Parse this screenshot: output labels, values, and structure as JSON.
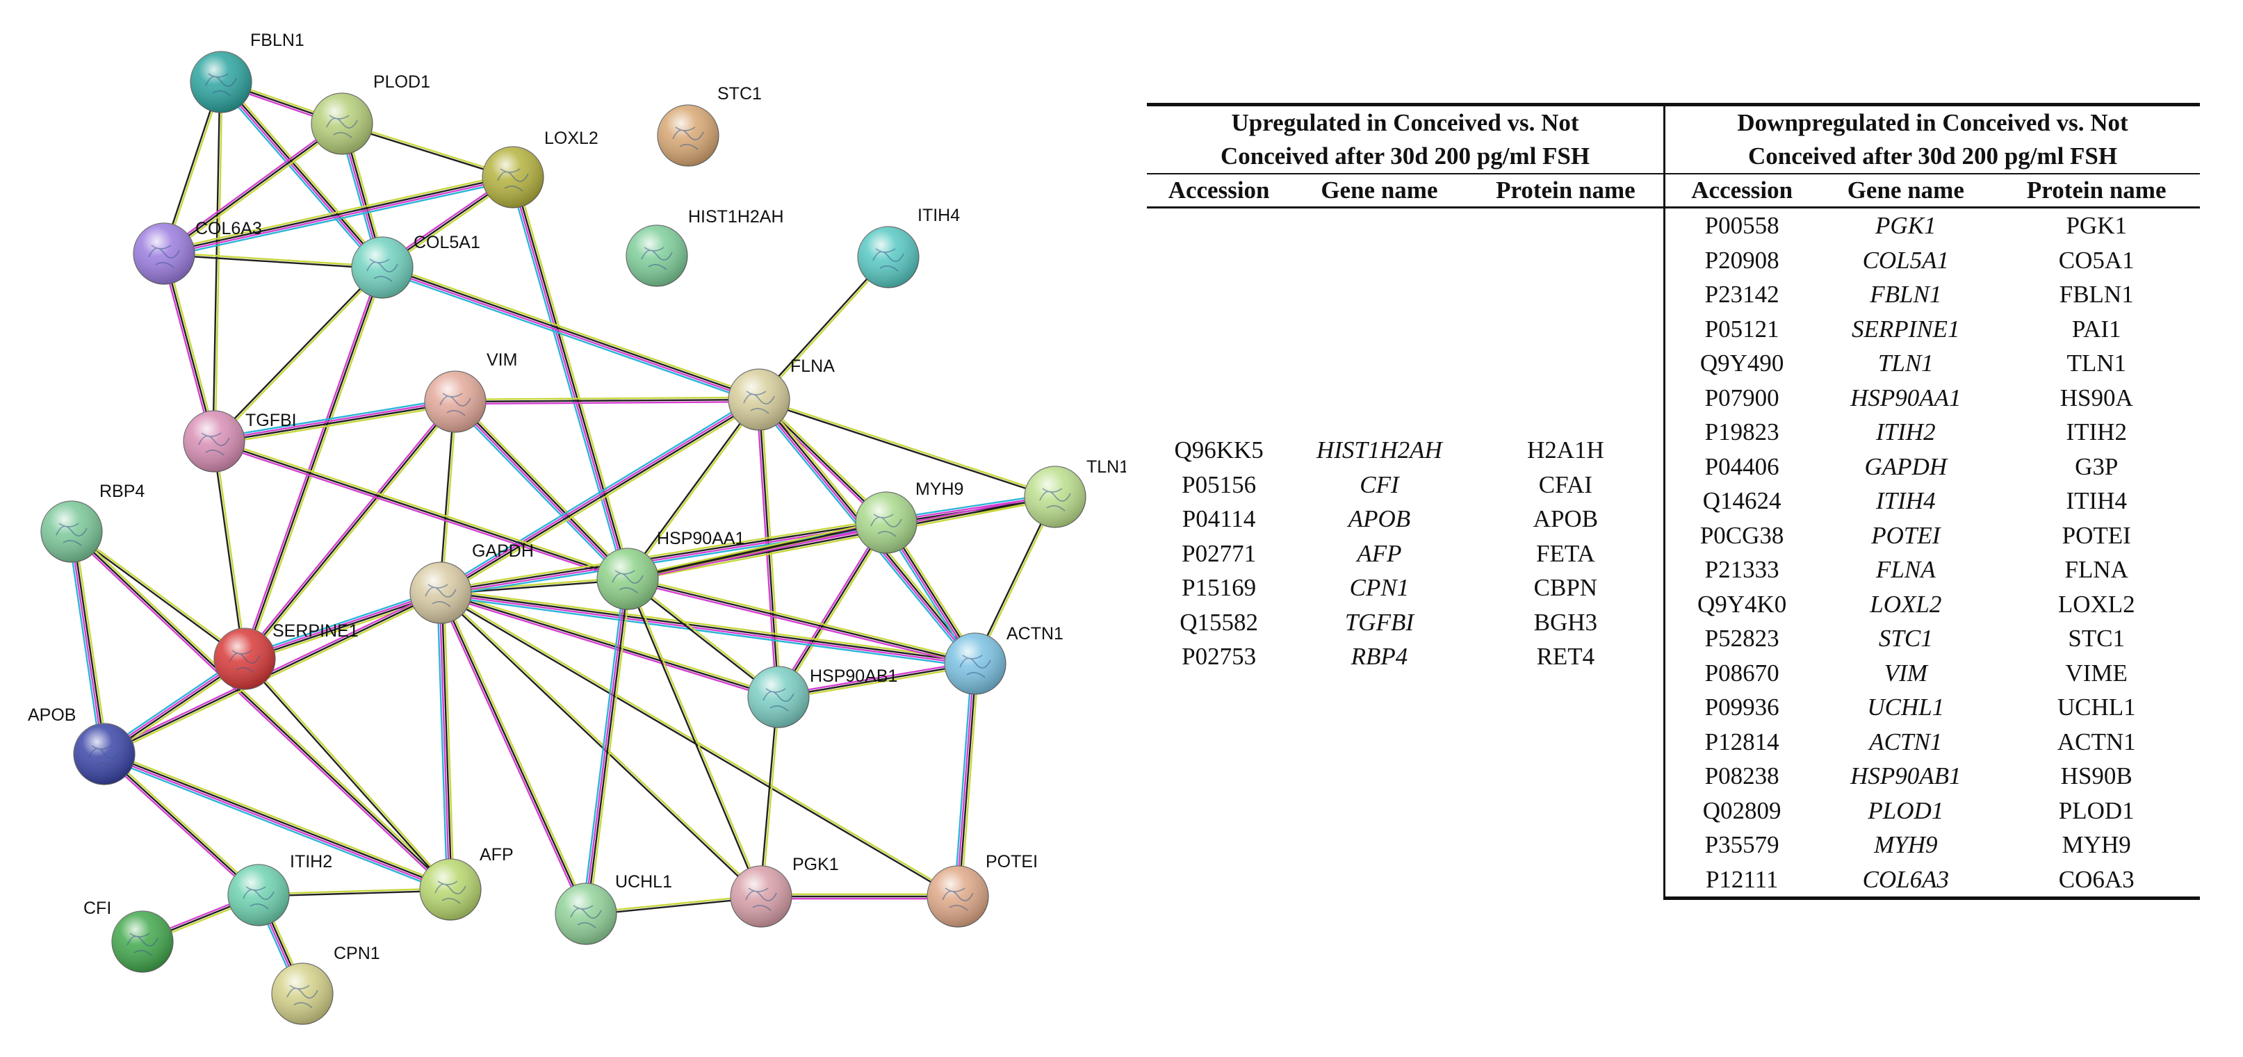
{
  "network": {
    "edge_colors": {
      "experimental": "#d53ed0",
      "database": "#2ab5d8",
      "coexpression": "#1f1f1f",
      "textmining": "#c7d73a",
      "neighborhood": "#2f3fd8",
      "cooccurrence": "#d23b3b",
      "homology": "#6d3fa8"
    },
    "nodes": [
      {
        "id": "FBLN1",
        "label": "FBLN1",
        "color": "#2ea5a0"
      },
      {
        "id": "PLOD1",
        "label": "PLOD1",
        "color": "#b6cf7a"
      },
      {
        "id": "STC1",
        "label": "STC1",
        "color": "#d9a874"
      },
      {
        "id": "LOXL2",
        "label": "LOXL2",
        "color": "#b5b33f"
      },
      {
        "id": "COL6A3",
        "label": "COL6A3",
        "color": "#9c7de0"
      },
      {
        "id": "COL5A1",
        "label": "COL5A1",
        "color": "#72d3c0"
      },
      {
        "id": "HIST1H2AH",
        "label": "HIST1H2AH",
        "color": "#7fcf9a"
      },
      {
        "id": "ITIH4",
        "label": "ITIH4",
        "color": "#58c9c3"
      },
      {
        "id": "VIM",
        "label": "VIM",
        "color": "#e4aa9b"
      },
      {
        "id": "FLNA",
        "label": "FLNA",
        "color": "#d8cf9c"
      },
      {
        "id": "TGFBI",
        "label": "TGFBI",
        "color": "#d98fb5"
      },
      {
        "id": "TLN1",
        "label": "TLN1",
        "color": "#bde08e"
      },
      {
        "id": "RBP4",
        "label": "RBP4",
        "color": "#7cc99a"
      },
      {
        "id": "MYH9",
        "label": "MYH9",
        "color": "#a9d98c"
      },
      {
        "id": "GAPDH",
        "label": "GAPDH",
        "color": "#d9cba4"
      },
      {
        "id": "HSP90AA1",
        "label": "HSP90AA1",
        "color": "#8fd28a"
      },
      {
        "id": "SERPINE1",
        "label": "SERPINE1",
        "color": "#d93a3a"
      },
      {
        "id": "ACTN1",
        "label": "ACTN1",
        "color": "#7cc3e3"
      },
      {
        "id": "HSP90AB1",
        "label": "HSP90AB1",
        "color": "#7ccfc4"
      },
      {
        "id": "APOB",
        "label": "APOB",
        "color": "#3b46a8"
      },
      {
        "id": "ITIH2",
        "label": "ITIH2",
        "color": "#6fd3b1"
      },
      {
        "id": "AFP",
        "label": "AFP",
        "color": "#b9d870"
      },
      {
        "id": "UCHL1",
        "label": "UCHL1",
        "color": "#92d39a"
      },
      {
        "id": "PGK1",
        "label": "PGK1",
        "color": "#d9a0a9"
      },
      {
        "id": "POTEI",
        "label": "POTEI",
        "color": "#e0a988"
      },
      {
        "id": "CFI",
        "label": "CFI",
        "color": "#43a94e"
      },
      {
        "id": "CPN1",
        "label": "CPN1",
        "color": "#d5d28a"
      }
    ],
    "edges": [
      [
        "FBLN1",
        "COL6A3"
      ],
      [
        "FBLN1",
        "PLOD1"
      ],
      [
        "FBLN1",
        "COL5A1"
      ],
      [
        "FBLN1",
        "TGFBI"
      ],
      [
        "PLOD1",
        "COL6A3"
      ],
      [
        "PLOD1",
        "COL5A1"
      ],
      [
        "PLOD1",
        "LOXL2"
      ],
      [
        "LOXL2",
        "COL5A1"
      ],
      [
        "LOXL2",
        "HSP90AA1"
      ],
      [
        "COL6A3",
        "COL5A1"
      ],
      [
        "COL6A3",
        "TGFBI"
      ],
      [
        "COL6A3",
        "LOXL2"
      ],
      [
        "COL5A1",
        "TGFBI"
      ],
      [
        "COL5A1",
        "SERPINE1"
      ],
      [
        "COL5A1",
        "FLNA"
      ],
      [
        "ITIH4",
        "FLNA"
      ],
      [
        "VIM",
        "FLNA"
      ],
      [
        "VIM",
        "TGFBI"
      ],
      [
        "VIM",
        "GAPDH"
      ],
      [
        "VIM",
        "SERPINE1"
      ],
      [
        "VIM",
        "HSP90AA1"
      ],
      [
        "FLNA",
        "TLN1"
      ],
      [
        "FLNA",
        "MYH9"
      ],
      [
        "FLNA",
        "ACTN1"
      ],
      [
        "FLNA",
        "HSP90AA1"
      ],
      [
        "FLNA",
        "HSP90AB1"
      ],
      [
        "FLNA",
        "GAPDH"
      ],
      [
        "TGFBI",
        "SERPINE1"
      ],
      [
        "TGFBI",
        "HSP90AA1"
      ],
      [
        "TLN1",
        "MYH9"
      ],
      [
        "TLN1",
        "ACTN1"
      ],
      [
        "TLN1",
        "HSP90AA1"
      ],
      [
        "RBP4",
        "APOB"
      ],
      [
        "RBP4",
        "SERPINE1"
      ],
      [
        "RBP4",
        "AFP"
      ],
      [
        "MYH9",
        "ACTN1"
      ],
      [
        "MYH9",
        "HSP90AA1"
      ],
      [
        "MYH9",
        "HSP90AB1"
      ],
      [
        "GAPDH",
        "SERPINE1"
      ],
      [
        "GAPDH",
        "HSP90AA1"
      ],
      [
        "GAPDH",
        "HSP90AB1"
      ],
      [
        "GAPDH",
        "ACTN1"
      ],
      [
        "GAPDH",
        "PGK1"
      ],
      [
        "GAPDH",
        "UCHL1"
      ],
      [
        "GAPDH",
        "AFP"
      ],
      [
        "GAPDH",
        "POTEI"
      ],
      [
        "GAPDH",
        "APOB"
      ],
      [
        "GAPDH",
        "MYH9"
      ],
      [
        "HSP90AA1",
        "HSP90AB1"
      ],
      [
        "HSP90AA1",
        "ACTN1"
      ],
      [
        "HSP90AA1",
        "UCHL1"
      ],
      [
        "HSP90AA1",
        "PGK1"
      ],
      [
        "HSP90AA1",
        "MYH9"
      ],
      [
        "SERPINE1",
        "APOB"
      ],
      [
        "SERPINE1",
        "AFP"
      ],
      [
        "ACTN1",
        "HSP90AB1"
      ],
      [
        "ACTN1",
        "POTEI"
      ],
      [
        "HSP90AB1",
        "PGK1"
      ],
      [
        "APOB",
        "ITIH2"
      ],
      [
        "APOB",
        "AFP"
      ],
      [
        "ITIH2",
        "AFP"
      ],
      [
        "ITIH2",
        "CFI"
      ],
      [
        "ITIH2",
        "CPN1"
      ],
      [
        "UCHL1",
        "PGK1"
      ],
      [
        "PGK1",
        "POTEI"
      ]
    ]
  },
  "table": {
    "up_header": [
      "Upregulated in Conceived vs. Not",
      "Conceived after 30d 200 pg/ml FSH"
    ],
    "down_header": [
      "Downpregulated in Conceived vs. Not",
      "Conceived after 30d 200 pg/ml FSH"
    ],
    "col_accession": "Accession",
    "col_gene": "Gene name",
    "col_protein": "Protein name",
    "up_rows": [
      {
        "accession": "Q96KK5",
        "gene": "HIST1H2AH",
        "protein": "H2A1H"
      },
      {
        "accession": "P05156",
        "gene": "CFI",
        "protein": "CFAI"
      },
      {
        "accession": "P04114",
        "gene": "APOB",
        "protein": "APOB"
      },
      {
        "accession": "P02771",
        "gene": "AFP",
        "protein": "FETA"
      },
      {
        "accession": "P15169",
        "gene": "CPN1",
        "protein": "CBPN"
      },
      {
        "accession": "Q15582",
        "gene": "TGFBI",
        "protein": "BGH3"
      },
      {
        "accession": "P02753",
        "gene": "RBP4",
        "protein": "RET4"
      }
    ],
    "down_rows": [
      {
        "accession": "P00558",
        "gene": "PGK1",
        "protein": "PGK1"
      },
      {
        "accession": "P20908",
        "gene": "COL5A1",
        "protein": "CO5A1"
      },
      {
        "accession": "P23142",
        "gene": "FBLN1",
        "protein": "FBLN1"
      },
      {
        "accession": "P05121",
        "gene": "SERPINE1",
        "protein": "PAI1"
      },
      {
        "accession": "Q9Y490",
        "gene": "TLN1",
        "protein": "TLN1"
      },
      {
        "accession": "P07900",
        "gene": "HSP90AA1",
        "protein": "HS90A"
      },
      {
        "accession": "P19823",
        "gene": "ITIH2",
        "protein": "ITIH2"
      },
      {
        "accession": "P04406",
        "gene": "GAPDH",
        "protein": "G3P"
      },
      {
        "accession": "Q14624",
        "gene": "ITIH4",
        "protein": "ITIH4"
      },
      {
        "accession": "P0CG38",
        "gene": "POTEI",
        "protein": "POTEI"
      },
      {
        "accession": "P21333",
        "gene": "FLNA",
        "protein": "FLNA"
      },
      {
        "accession": "Q9Y4K0",
        "gene": "LOXL2",
        "protein": "LOXL2"
      },
      {
        "accession": "P52823",
        "gene": "STC1",
        "protein": "STC1"
      },
      {
        "accession": "P08670",
        "gene": "VIM",
        "protein": "VIME"
      },
      {
        "accession": "P09936",
        "gene": "UCHL1",
        "protein": "UCHL1"
      },
      {
        "accession": "P12814",
        "gene": "ACTN1",
        "protein": "ACTN1"
      },
      {
        "accession": "P08238",
        "gene": "HSP90AB1",
        "protein": "HS90B"
      },
      {
        "accession": "Q02809",
        "gene": "PLOD1",
        "protein": "PLOD1"
      },
      {
        "accession": "P35579",
        "gene": "MYH9",
        "protein": "MYH9"
      },
      {
        "accession": "P12111",
        "gene": "COL6A3",
        "protein": "CO6A3"
      }
    ]
  }
}
